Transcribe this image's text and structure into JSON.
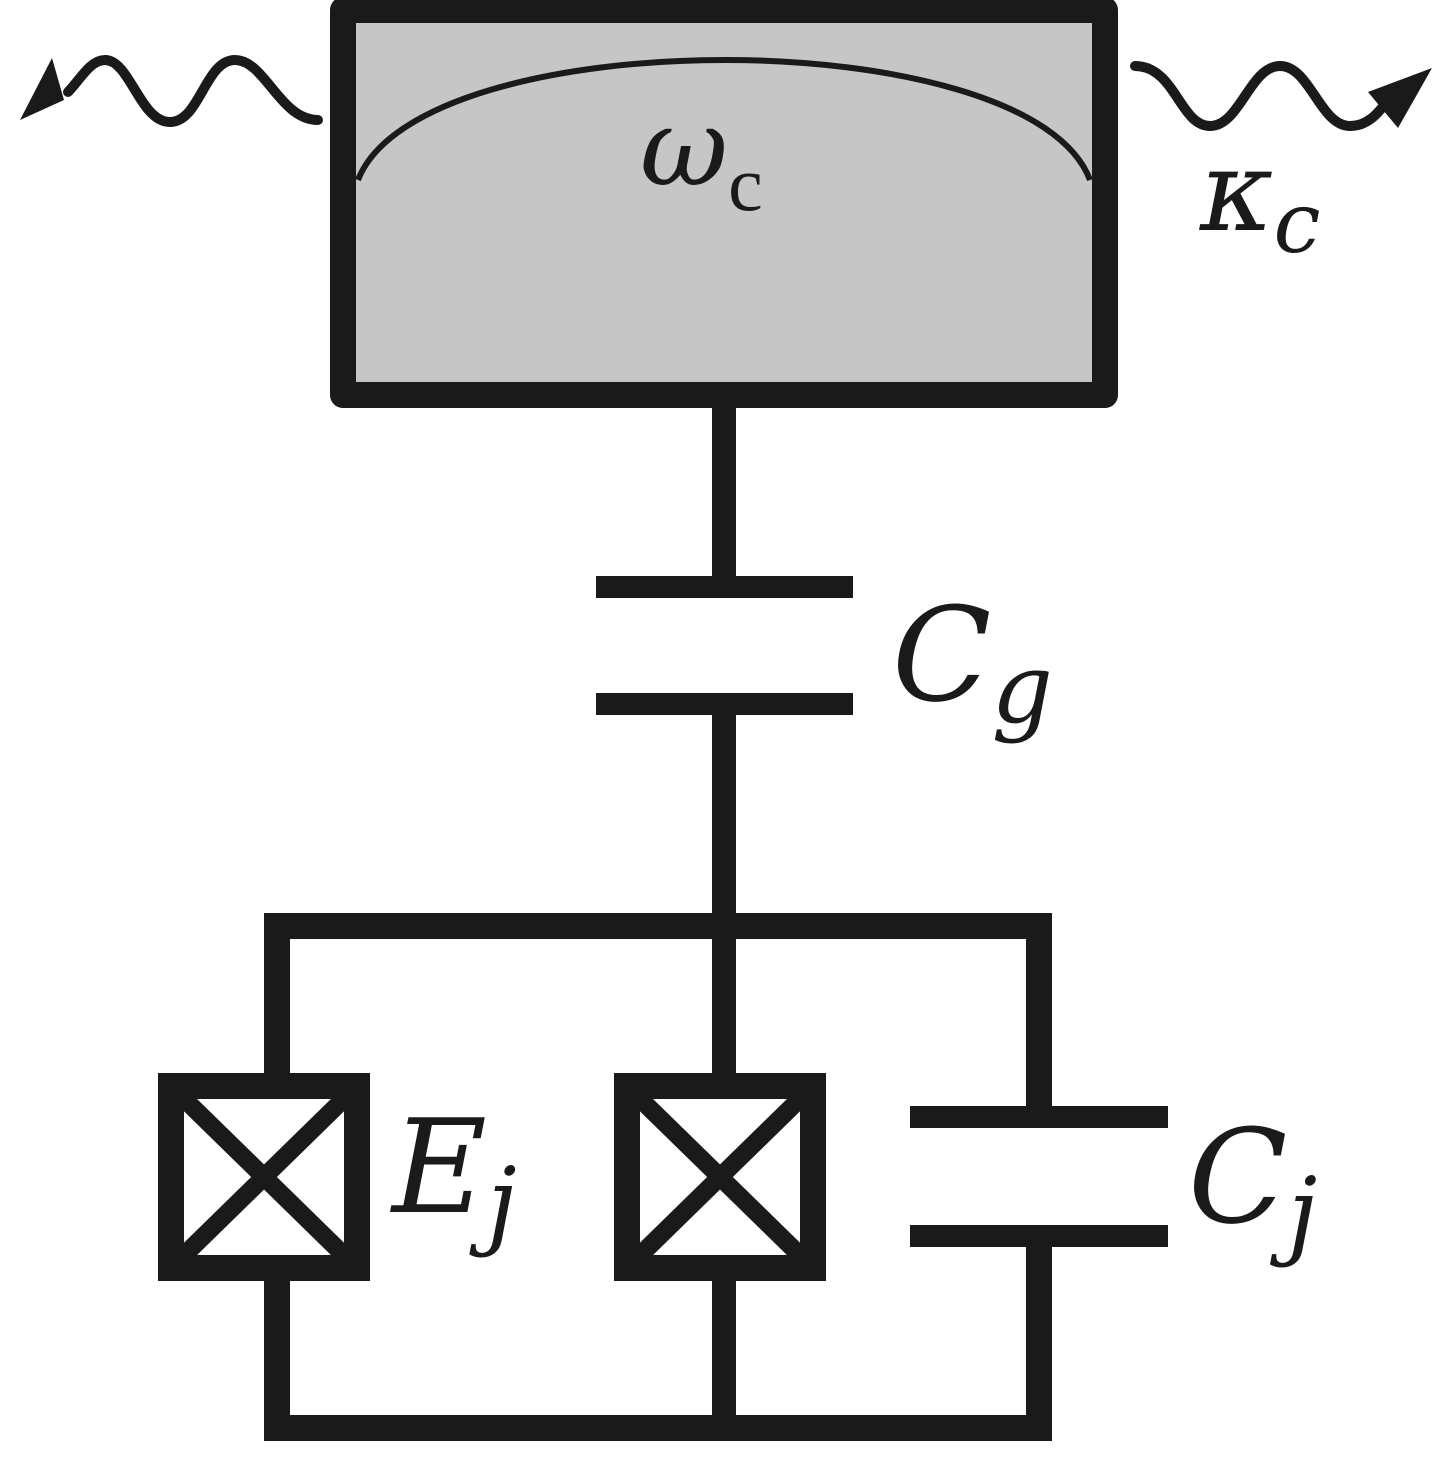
{
  "cavity": {
    "symbol": "ω",
    "subscript": "c",
    "fill": "#c6c6c6"
  },
  "loss": {
    "symbol": "κ",
    "subscript": "c"
  },
  "coupling_capacitor": {
    "symbol": "C",
    "subscript": "g"
  },
  "junction": {
    "symbol": "E",
    "subscript": "j"
  },
  "junction_capacitor": {
    "symbol": "C",
    "subscript": "j"
  },
  "colors": {
    "line": "#1a1a1a",
    "background": "#ffffff"
  }
}
